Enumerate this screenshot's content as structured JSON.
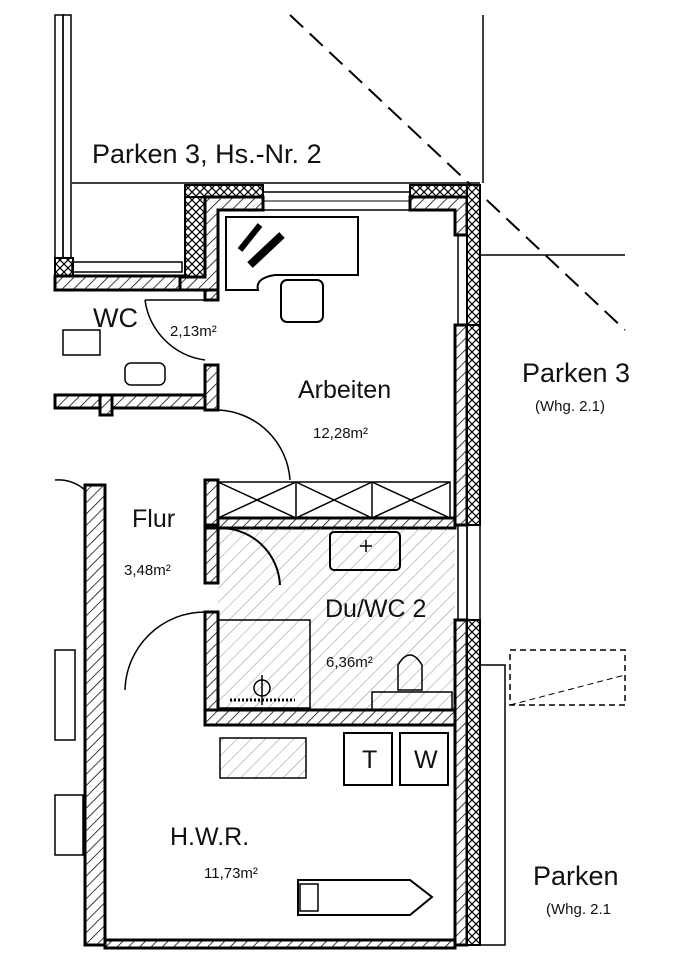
{
  "street_label": "Parken 3, Hs.-Nr. 2",
  "rooms": [
    {
      "name": "WC",
      "area": "2,13m²"
    },
    {
      "name": "Arbeiten",
      "area": "12,28m²"
    },
    {
      "name": "Flur",
      "area": "3,48m²"
    },
    {
      "name": "Du/WC 2",
      "area": "6,36m²"
    },
    {
      "name": "H.W.R.",
      "area": "11,73m²"
    }
  ],
  "neighbors": [
    {
      "name": "Parken 3",
      "unit": "(Whg. 2.1)"
    },
    {
      "name": "Parken",
      "unit": "(Whg. 2.1"
    }
  ],
  "appliances": {
    "dryer": "T",
    "washer": "W"
  }
}
